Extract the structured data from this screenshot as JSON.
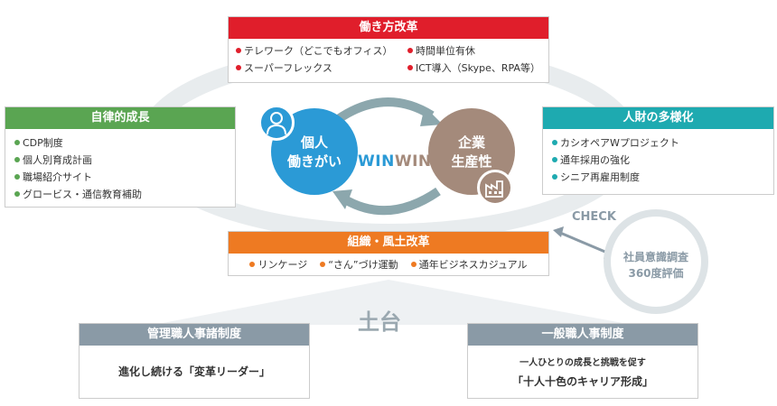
{
  "work_reform": {
    "title": "働き方改革",
    "items": [
      "テレワーク（どこでもオフィス）",
      "時間単位有休",
      "スーパーフレックス",
      "ICT導入（Skype、RPA等）"
    ],
    "color": "#e01e2b"
  },
  "self_growth": {
    "title": "自律的成長",
    "items": [
      "CDP制度",
      "個人別育成計画",
      "職場紹介サイト",
      "グロービス・通信教育補助"
    ],
    "color": "#5aa552"
  },
  "diversity": {
    "title": "人財の多様化",
    "items": [
      "カシオペアWプロジェクト",
      "通年採用の強化",
      "シニア再雇用制度"
    ],
    "color": "#1eaab0"
  },
  "org_reform": {
    "title": "組織・風土改革",
    "items": [
      "リンケージ",
      "“さん”づけ運動",
      "通年ビジネスカジュアル"
    ],
    "color": "#ee7a22"
  },
  "individual": {
    "line1": "個人",
    "line2": "働きがい",
    "color": "#2b9ad6"
  },
  "company": {
    "line1": "企業",
    "line2": "生産性",
    "color": "#a48a7b"
  },
  "winwin": {
    "left": "WIN",
    "right": "WIN"
  },
  "check": {
    "label": "CHECK",
    "line1": "社員意識調査",
    "line2": "360度評価"
  },
  "foundation": {
    "label": "土台"
  },
  "mgmt_system": {
    "title": "管理職人事諸制度",
    "text": "進化し続ける「変革リーダー」"
  },
  "general_system": {
    "title": "一般職人事制度",
    "text_small": "一人ひとりの成長と挑戦を促す",
    "text_large": "「十人十色のキャリア形成」"
  }
}
